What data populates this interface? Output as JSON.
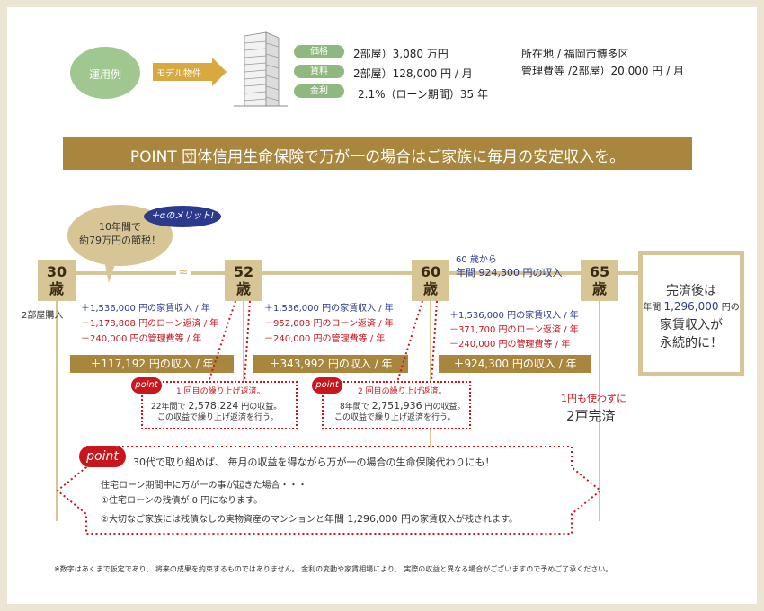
{
  "example": {
    "label": "運用例",
    "model_label": "モデル物件",
    "price_label": "価格",
    "price_value": "2部屋）3,080 万円",
    "rent_label": "賃料",
    "rent_value": "2部屋）128,000 円 / 月",
    "rate_label": "金利",
    "rate_value": "2.1%（ローン期間）35 年",
    "location": "所在地 / 福岡市博多区",
    "mgmt_fee": "管理費等 /2部屋）20,000 円 / 月"
  },
  "banner": "POINT 団体信用生命保険で万が一の場合はご家族に毎月の安定収入を。",
  "bubble": {
    "line1": "10年間で",
    "line2": "約79万円の節税！"
  },
  "merit": "＋αのメリット!",
  "ages": {
    "a30": {
      "num": "30",
      "unit": "歳"
    },
    "a52": {
      "num": "52",
      "unit": "歳"
    },
    "a60": {
      "num": "60",
      "unit": "歳"
    },
    "a65": {
      "num": "65",
      "unit": "歳"
    }
  },
  "purchase": "2部屋購入",
  "note60": {
    "line1": "60 歳から",
    "line2": "年間 924,300 円の収入"
  },
  "seg1": {
    "l1": "＋1,536,000 円の家賃収入 / 年",
    "l2": "－1,178,808 円のローン返済 / 年",
    "l3": "－240,000 円の管理費等 / 年",
    "total": "＋117,192 円の収入 / 年"
  },
  "seg2": {
    "l1": "＋1,536,000 円の家賃収入 / 年",
    "l2": "－952,008 円のローン返済 / 年",
    "l3": "－240,000 円の管理費等 / 年",
    "total": "＋343,992 円の収入 / 年"
  },
  "seg3": {
    "l1": "＋1,536,000 円の家賃収入 / 年",
    "l2": "－371,700 円のローン返済 / 年",
    "l3": "－240,000 円の管理費等 / 年",
    "total": "＋924,300 円の収入 / 年"
  },
  "prepay1": {
    "tag": "point",
    "title": "1 回目の繰り上げ返済。",
    "line1a": "22年間で",
    "amount": "2,578,224",
    "line1b": "円の収益。",
    "line2": "この収益で繰り上げ返済を行う。"
  },
  "prepay2": {
    "tag": "point",
    "title": "2 回目の繰り上げ返済。",
    "line1a": "8年間で",
    "amount": "2,751,936",
    "line1b": "円の収益。",
    "line2": "この収益で繰り上げ返済を行う。"
  },
  "complete": {
    "small": "1円も使わずに",
    "big": "2戸完済"
  },
  "after": {
    "line1": "完済後は",
    "line2a": "年間",
    "amount": "1,296,000",
    "line2b": "円の",
    "line3": "家賃収入が",
    "line4": "永続的に！"
  },
  "bottom": {
    "tag": "point",
    "headline": "30代で取り組めば、 毎月の収益を得ながら万が一の場合の生命保険代わりにも！",
    "line1": "住宅ローン期間中に万が一の事が起きた場合・・・",
    "line2": "①住宅ローンの残債が 0 円になります。",
    "line3a": "②大切なご家族には残債なしの実物資産のマンションと",
    "line3b": "年間 1,296,000 円",
    "line3c": "の家賃収入が残されます。"
  },
  "disclaimer": "※数字はあくまで仮定であり、 将来の成果を約束するものではありません。 金利の変動や家賃相場により、 実際の収益と異なる場合がございますので予めご了承ください。",
  "colors": {
    "tan": "#d8c596",
    "brown": "#a8863d",
    "red": "#c8161d",
    "blue": "#2b3a8c",
    "green": "#8fb87e"
  }
}
